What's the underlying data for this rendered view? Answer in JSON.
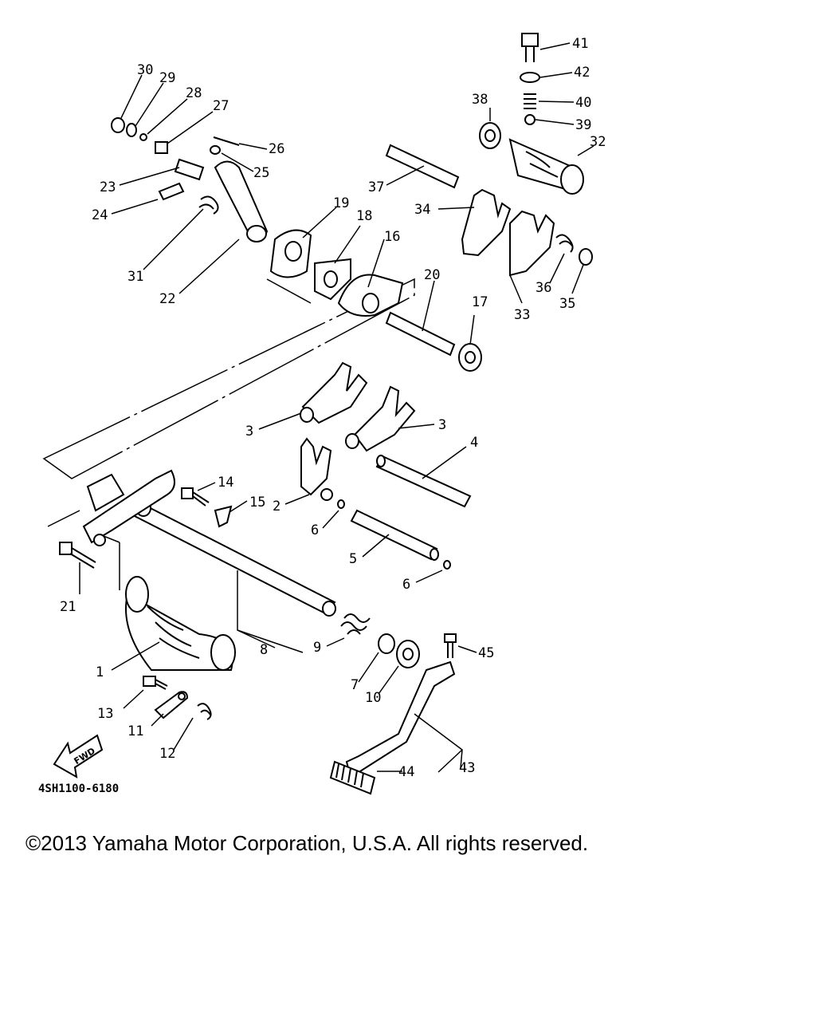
{
  "diagram": {
    "drawing_code": "4SH1100-6180",
    "direction_arrow": "FWD",
    "callouts": [
      "1",
      "2",
      "3",
      "3",
      "4",
      "5",
      "6",
      "6",
      "7",
      "8",
      "9",
      "10",
      "11",
      "12",
      "13",
      "14",
      "15",
      "16",
      "17",
      "18",
      "19",
      "20",
      "21",
      "22",
      "23",
      "24",
      "25",
      "26",
      "27",
      "28",
      "29",
      "30",
      "31",
      "32",
      "33",
      "34",
      "35",
      "36",
      "37",
      "38",
      "39",
      "40",
      "41",
      "42",
      "43",
      "44",
      "45"
    ]
  },
  "footer": {
    "copyright": "©2013 Yamaha Motor Corporation, U.S.A. All rights reserved."
  }
}
